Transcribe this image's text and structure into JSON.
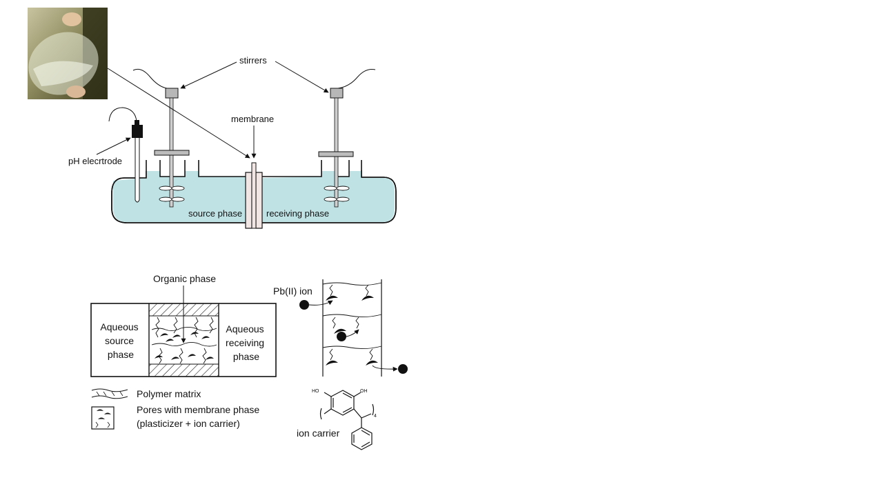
{
  "photo": {
    "description_icon": "membrane-photo"
  },
  "apparatus": {
    "stirrers_label": "stirrers",
    "membrane_label": "membrane",
    "ph_label": "pH elecrtrode",
    "source_label": "source phase",
    "receiving_label": "receiving phase",
    "liquid_color": "#bfe3e5"
  },
  "scheme": {
    "organic_label": "Organic phase",
    "aqueous_source": [
      "Aqueous",
      "source",
      "phase"
    ],
    "aqueous_receiving": [
      "Aqueous",
      "receiving",
      "phase"
    ],
    "pb_label": "Pb(II) ion",
    "legend_polymer": "Polymer matrix",
    "legend_pores_1": "Pores with membrane phase",
    "legend_pores_2": "(plasticizer + ion carrier)",
    "carrier_label": "ion carrier",
    "ho_label": "HO",
    "oh_label": "OH",
    "subscript_4": "4"
  }
}
